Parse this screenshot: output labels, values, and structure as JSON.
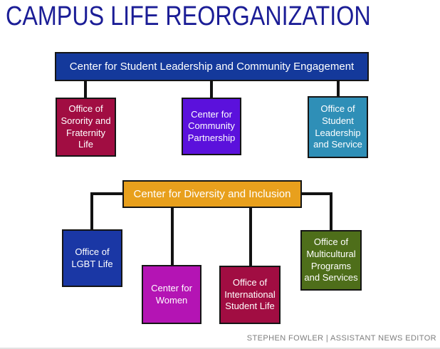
{
  "title": "CAMPUS LIFE REORGANIZATION",
  "credit": "STEPHEN FOWLER | ASSISTANT NEWS EDITOR",
  "colors": {
    "title_text": "#1B1D96",
    "connector_line": "#121212",
    "box_border": "#151515",
    "box_text": "#FFFFFF"
  },
  "trees": [
    {
      "root": {
        "label": "Center for Student Leadership and Community Engagement",
        "color": "#14399B"
      },
      "children": [
        {
          "label": "Office of Sorority and Fraternity Life",
          "color": "#A10D42"
        },
        {
          "label": "Center for Community Partnership",
          "color": "#5B11DC"
        },
        {
          "label": "Office of Student Leadership and Service",
          "color": "#2F8FB7"
        }
      ]
    },
    {
      "root": {
        "label": "Center for Diversity and Inclusion",
        "color": "#E8A01D"
      },
      "children": [
        {
          "label": "Office of LGBT Life",
          "color": "#1A37A5"
        },
        {
          "label": "Center for Women",
          "color": "#B414B4"
        },
        {
          "label": "Office of International Student Life",
          "color": "#A10D42"
        },
        {
          "label": "Office of Multicultural Programs and Services",
          "color": "#4E6E1A"
        }
      ]
    }
  ]
}
